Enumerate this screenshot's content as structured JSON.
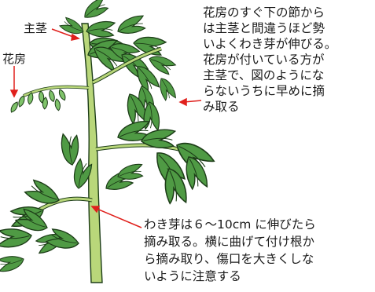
{
  "labels": {
    "main_stem": "主茎",
    "flower_cluster": "花房"
  },
  "notes": {
    "upper": [
      "花房のすぐ下の節から",
      "は主茎と間違うほど勢",
      "いよくわき芽が伸びる。",
      "花房が付いている方が",
      "主茎で、図のようにな",
      "らないうちに早めに摘",
      "み取る"
    ],
    "lower": [
      "わき芽は６～10cm に伸びたら",
      "摘み取る。横に曲げて付け根か",
      "ら摘み取り、傷口を大きくしな",
      "いように注意する"
    ]
  },
  "colors": {
    "leaf": "#4f9a44",
    "leaf_light": "#7fc36a",
    "stem": "#b9d77a",
    "pointer": "#e0201c"
  }
}
